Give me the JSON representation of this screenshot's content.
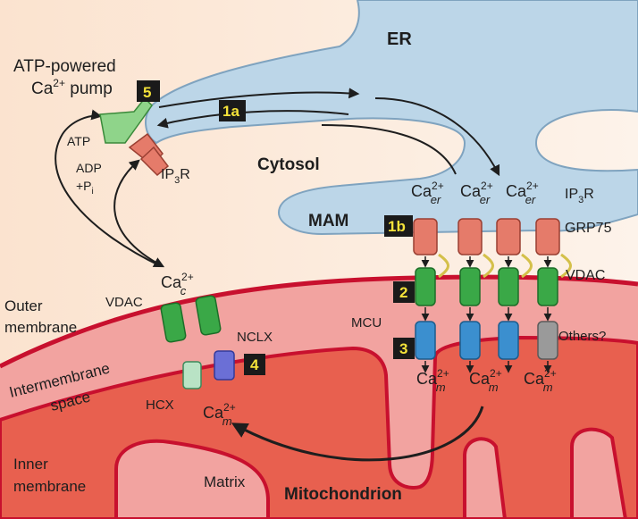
{
  "labels": {
    "er": "ER",
    "atp_pump_line1": "ATP-powered",
    "atp_pump_line2_base": "Ca",
    "atp_pump_line2_sup": "2+",
    "atp_pump_line2_rest": " pump",
    "atp": "ATP",
    "adp": "ADP",
    "pi_base": "+P",
    "pi_sub": "i",
    "ip3r_left_base": "IP",
    "ip3r_left_sub": "3",
    "ip3r_left_rest": "R",
    "cytosol": "Cytosol",
    "mam": "MAM",
    "ca_er_base": "Ca",
    "ca_er_sup": "2+",
    "ca_er_sub": "er",
    "ip3r_right_base": "IP",
    "ip3r_right_sub": "3",
    "ip3r_right_rest": "R",
    "grp75": "GRP75",
    "vdac_right": "VDAC",
    "others": "Others?",
    "mcu": "MCU",
    "ca_m_base": "Ca",
    "ca_m_sup": "2+",
    "ca_m_sub": "m",
    "ca_c_base": "Ca",
    "ca_c_sup": "2+",
    "ca_c_sub": "c",
    "vdac_left": "VDAC",
    "nclx": "NCLX",
    "hcx": "HCX",
    "outer_membrane_1": "Outer",
    "outer_membrane_2": "membrane",
    "intermembrane_1": "Intermembrane",
    "intermembrane_2": "space",
    "inner_membrane_1": "Inner",
    "inner_membrane_2": "membrane",
    "matrix": "Matrix",
    "mitochondrion": "Mitochondrion"
  },
  "steps": [
    "5",
    "1a",
    "1b",
    "2",
    "3",
    "4"
  ],
  "colors": {
    "cytosol_bg": "#fbe9dc",
    "er_fill": "#bcd6e8",
    "er_stroke": "#7fa3bf",
    "outer_membrane": "#c8102e",
    "intermembrane": "#f2a3a0",
    "matrix": "#e8604f",
    "ip3r": "#e57b6a",
    "vdac": "#3aa847",
    "mcu": "#3b8fcf",
    "others": "#9a9a9a",
    "grp75": "#d4c04a",
    "pump": "#8fd48a",
    "step_badge": "#1a1a1a",
    "step_text": "#f4e23a"
  }
}
